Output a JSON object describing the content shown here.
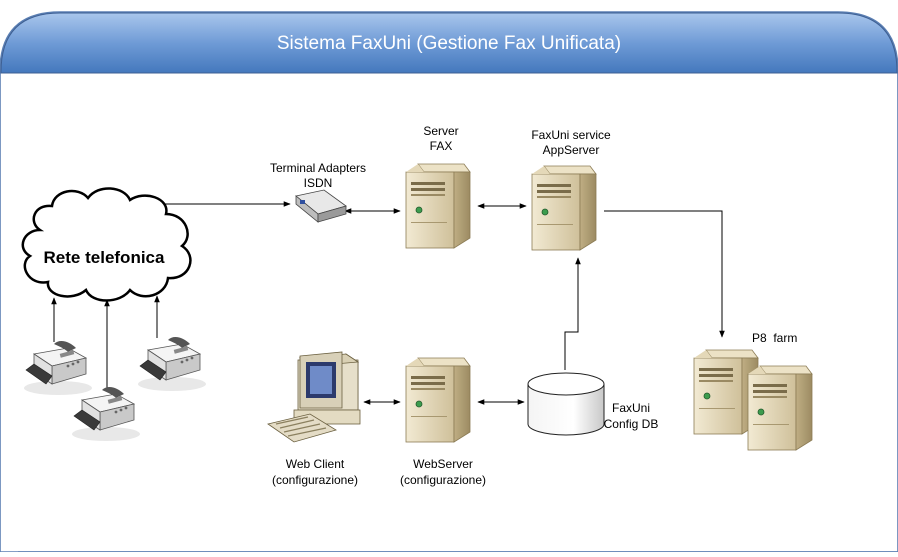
{
  "title": "Sistema FaxUni (Gestione Fax Unificata)",
  "nodes": {
    "cloud": "Rete telefonica",
    "terminal_adapters": [
      "Terminal Adapters",
      "ISDN"
    ],
    "server_fax": [
      "Server",
      "FAX"
    ],
    "faxuni_service": [
      "FaxUni service",
      "AppServer"
    ],
    "p8_farm": "P8  farm",
    "web_client": [
      "Web Client",
      "(configurazione)"
    ],
    "webserver": [
      "WebServer",
      "(configurazione)"
    ],
    "config_db": [
      "FaxUni",
      "Config DB"
    ]
  },
  "colors": {
    "header_top": "#8fb3e0",
    "header_bottom": "#3f72b8",
    "server_body": "#d8cba8",
    "line": "#000000"
  }
}
